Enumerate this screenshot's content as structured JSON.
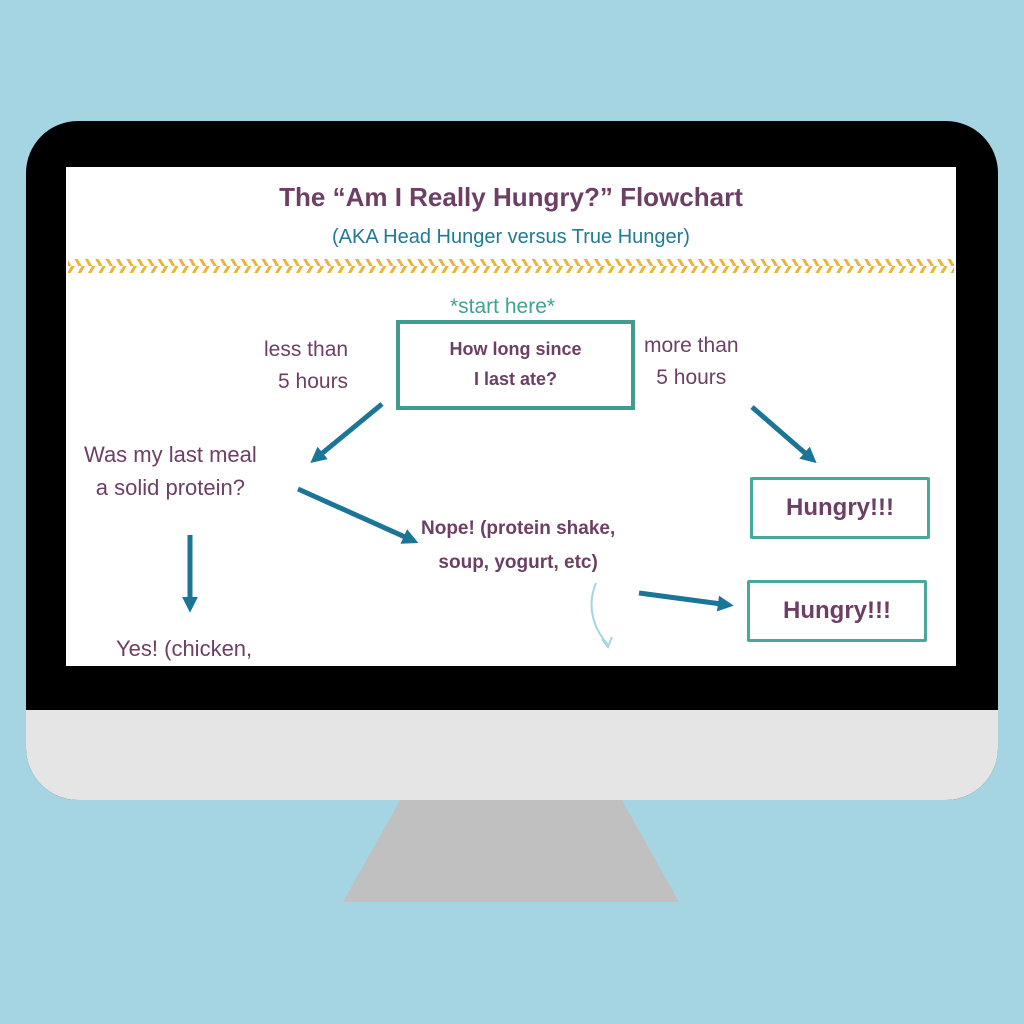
{
  "colors": {
    "background": "#a5d4e2",
    "title": "#6d3f65",
    "subtitle": "#1f7a96",
    "accent_box": "#3f9c8e",
    "arrow": "#1a7596",
    "divider": "#e9b53a"
  },
  "flowchart": {
    "title": "The “Am I Really Hungry?” Flowchart",
    "subtitle": "(AKA Head Hunger versus True Hunger)",
    "start_label": "*start here*",
    "question": {
      "line1": "How long since",
      "line2": "I last ate?"
    },
    "left_branch": {
      "line1": "less than",
      "line2": "5 hours"
    },
    "right_branch": {
      "line1": "more than",
      "line2": "5 hours"
    },
    "protein_question": {
      "line1": "Was my last meal",
      "line2": "a solid protein?"
    },
    "nope": {
      "line1": "Nope! (protein shake,",
      "line2": "soup, yogurt, etc)"
    },
    "yes_partial": "Yes! (chicken,",
    "result_hungry_1": "Hungry!!!",
    "result_hungry_2": "Hungry!!!"
  }
}
